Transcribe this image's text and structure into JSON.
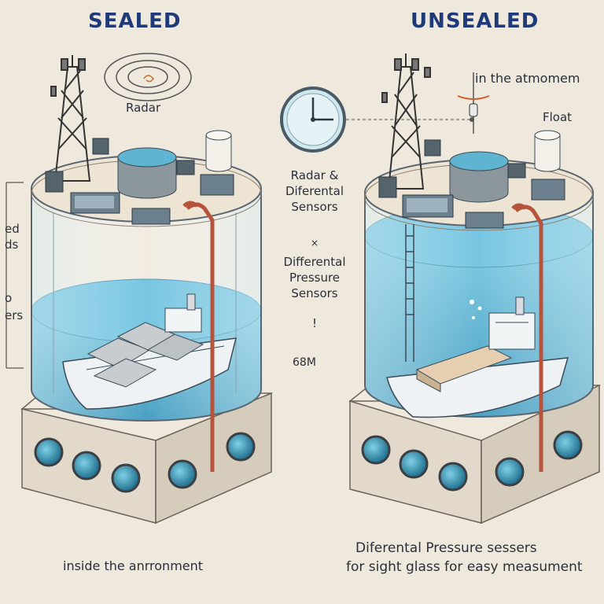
{
  "headings": {
    "left": "SEALED",
    "right": "UNSEALED"
  },
  "labels": {
    "radar": "Radar",
    "atmosphere": "in the atmomem",
    "float": "Float",
    "left_clip_1": "ed",
    "left_clip_2": "ds",
    "left_clip_3": "o",
    "left_clip_4": "ers",
    "radar_diff_1": "Radar &",
    "radar_diff_2": "Diferental",
    "radar_diff_3": "Sensors",
    "cross": "×",
    "diff_pressure_1": "Differental",
    "diff_pressure_2": "Pressure",
    "diff_pressure_3": "Sensors",
    "mark": "!",
    "depth": "68M",
    "inside": "inside the anrronment",
    "bottom_right_1": "Diferental Pressure sessers",
    "bottom_right_2": "for sight glass for easy measument"
  },
  "colors": {
    "background": "#efe9dd",
    "heading": "#1f3a78",
    "water": "#3ea9cf",
    "water_dark": "#2a8fb8",
    "tank_outline": "#5a6570",
    "base": "#e6ddd0",
    "pipe": "#b5533d"
  },
  "icons": [
    "tower-icon",
    "radar-waves-icon",
    "gauge-icon",
    "float-icon",
    "ship-icon",
    "porthole-icon",
    "sensor-box-icon"
  ]
}
